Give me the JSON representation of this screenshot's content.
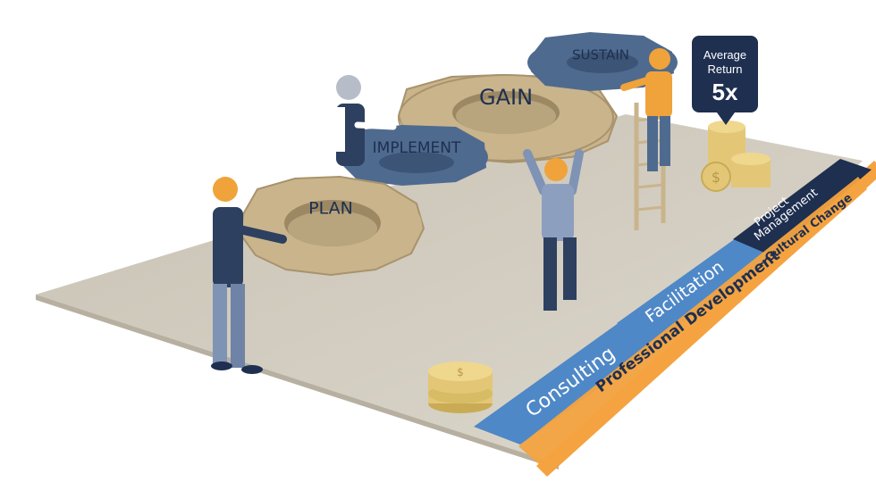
{
  "gears": {
    "plan": "PLAN",
    "implement": "IMPLEMENT",
    "gain": "GAIN",
    "sustain": "SUSTAIN"
  },
  "badge": {
    "line1": "Average",
    "line2": "Return",
    "value": "5x"
  },
  "bands": {
    "consulting": "Consulting",
    "facilitation": "Facilitation",
    "project": "Project",
    "management": "Management",
    "professional": "Professional Development",
    "cultural": "- Cultural Change"
  },
  "colors": {
    "gear_tan": "#c9b48c",
    "gear_blue": "#4f6a8f",
    "platform": "#d4cfc4",
    "band_blue": "#4f88c7",
    "band_navy": "#1e2f4f",
    "band_orange": "#f4a340",
    "coin": "#e3c777"
  }
}
